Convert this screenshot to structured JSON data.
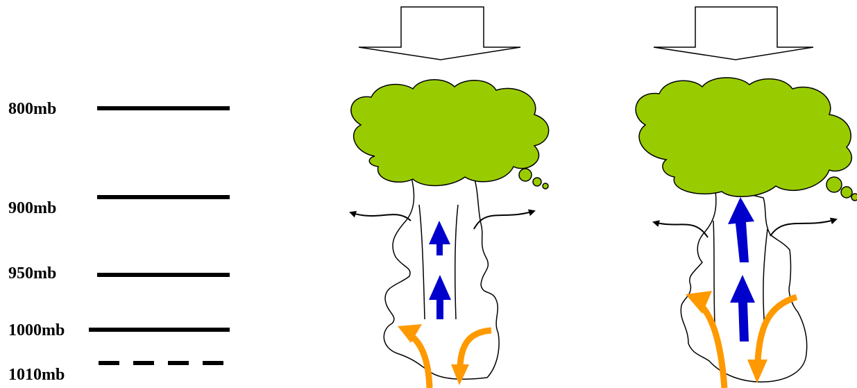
{
  "levels": [
    {
      "label": "800mb",
      "style": "solid"
    },
    {
      "label": "900mb",
      "style": "solid"
    },
    {
      "label": "950mb",
      "style": "solid"
    },
    {
      "label": "1000mb",
      "style": "solid"
    },
    {
      "label": "1010mb",
      "style": "dashed"
    }
  ],
  "colors": {
    "cloud": "#99cc00",
    "updraft_arrow": "#0000cc",
    "inflow_arrow": "#ff9900",
    "outline": "#000000"
  },
  "panels": [
    {
      "name": "left-cloud-panel",
      "updraft_arrows": 2,
      "inflow_arrows": 2,
      "outflow_arrows": 2
    },
    {
      "name": "right-cloud-panel",
      "updraft_arrows": 2,
      "inflow_arrows": 2,
      "outflow_arrows": 2
    }
  ]
}
